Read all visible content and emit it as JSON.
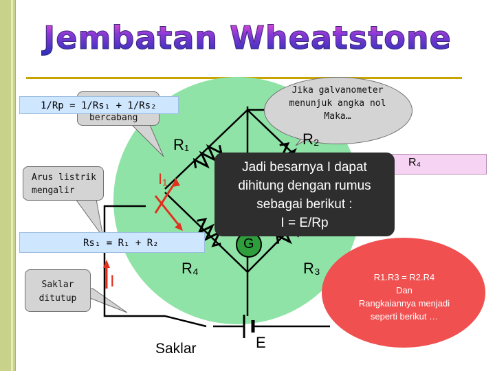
{
  "title": "Jembatan Wheatstone",
  "callouts": {
    "parallel_formula": "1/Rp = 1/Rs₁ + 1/Rs₂",
    "parallel_hidden": "bercabang",
    "arus": [
      "Arus listrik",
      "mengalir"
    ],
    "saklar_ditutup": [
      "Saklar",
      "ditutup"
    ],
    "series_formula": "Rs₁ = R₁ + R₂",
    "galvano": [
      "Jika galvanometer",
      "menunjuk angka nol",
      "Maka…"
    ],
    "r4_fragment": "R₄"
  },
  "labels": {
    "r1": "R₁",
    "r2": "R₂",
    "r3": "R₃",
    "r4": "R₄",
    "i1": "I₁",
    "i": "I",
    "g": "G",
    "e": "E",
    "saklar": "Saklar"
  },
  "dark_box": [
    "Jadi besarnya I dapat",
    "dihitung dengan rumus",
    "sebagai berikut :",
    "I = E/Rp"
  ],
  "red_bubble": [
    "R1.R3 = R2.R4",
    "Dan",
    "Rangkaiannya menjadi",
    "seperti berikut …"
  ],
  "colors": {
    "circle": "#8fe3a6",
    "bubble": "#f05050",
    "current": "#e0301e",
    "title_top": "#ff4fd0",
    "title_bottom": "#2230b8"
  }
}
